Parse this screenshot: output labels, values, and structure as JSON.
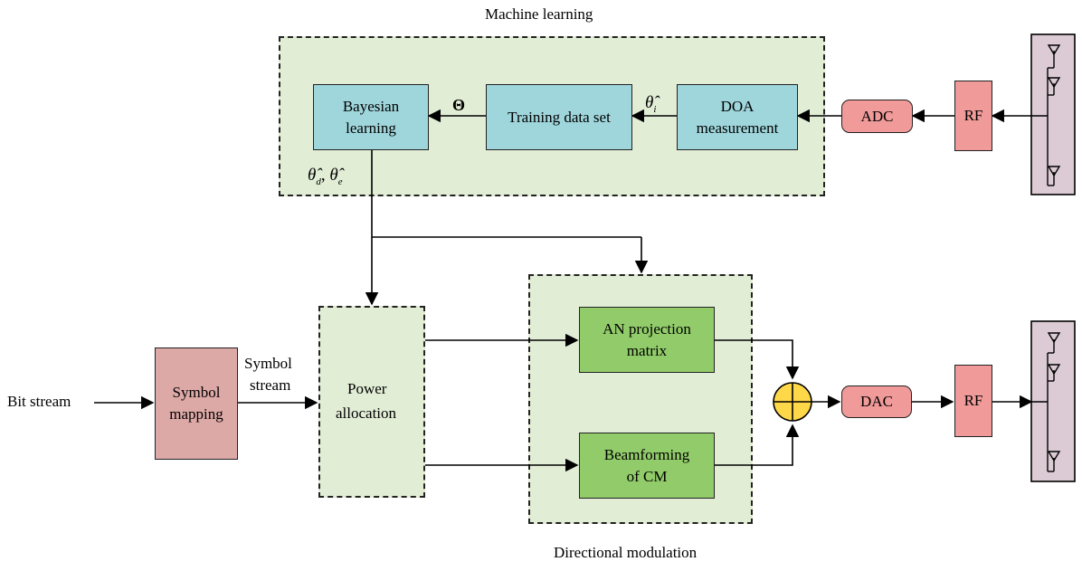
{
  "titles": {
    "machine_learning": "Machine learning",
    "directional_modulation": "Directional modulation"
  },
  "blocks": {
    "bayesian": [
      "Bayesian",
      "learning"
    ],
    "training": "Training data set",
    "doa": [
      "DOA",
      "measurement"
    ],
    "adc": "ADC",
    "rf_top": "RF",
    "an_projection": [
      "AN projection",
      "matrix"
    ],
    "beamforming": [
      "Beamforming",
      "of CM"
    ],
    "dac": "DAC",
    "rf_bottom": "RF",
    "symbol_mapping": [
      "Symbol",
      "mapping"
    ],
    "power_allocation": [
      "Power",
      "allocation"
    ]
  },
  "labels": {
    "bit_stream": "Bit stream",
    "symbol_stream": [
      "Symbol",
      "stream"
    ],
    "theta_big": "Θ",
    "theta_i": "θ̂",
    "theta_i_sub": "i",
    "theta_de": "θ̂",
    "theta_d_sub": "d",
    "theta_comma": ",",
    "theta_e": "θ̂",
    "theta_e_sub": "e"
  },
  "colors": {
    "cyan": "#9fd6dc",
    "green": "#92cc6a",
    "red": "#f19a9a",
    "rose": "#dda9a7",
    "mauve": "#dccbd4",
    "dashed_fill": "#e2edd6",
    "adder": "#ffd84a"
  },
  "icons": [
    "antenna-icon",
    "adder-icon"
  ]
}
